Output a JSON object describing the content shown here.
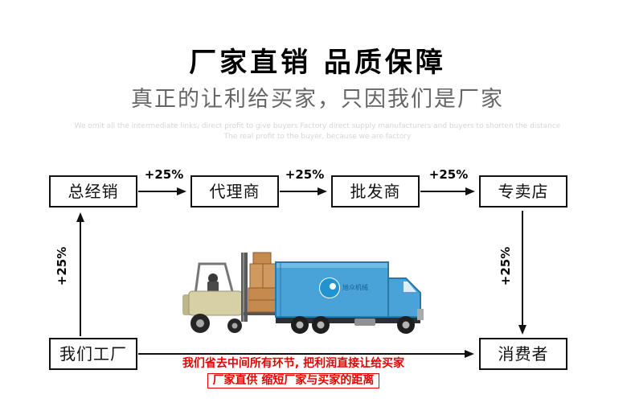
{
  "header": {
    "title": "厂家直销 品质保障",
    "subtitle": "真正的让利给买家，只因我们是厂家",
    "watermark_line1": "We omit all the intermediate links, direct profit to give buyers Factory direct supply manufacturers and buyers to shorten the distance",
    "watermark_line2": "The real profit to the buyer, because we are factory"
  },
  "flow": {
    "increment": "+25%",
    "nodes": {
      "distributor": "总经销",
      "agent": "代理商",
      "wholesaler": "批发商",
      "store": "专卖店",
      "factory": "我们工厂",
      "consumer": "消费者"
    }
  },
  "truck": {
    "logo_text": "旭众机械"
  },
  "footer": {
    "line1": "我们省去中间所有环节, 把利润直接让给买家",
    "line2": "厂家直供 缩短厂家与买家的距离"
  },
  "colors": {
    "accent_red": "#e60000",
    "truck_blue": "#4aa3d8",
    "line_black": "#111111"
  }
}
